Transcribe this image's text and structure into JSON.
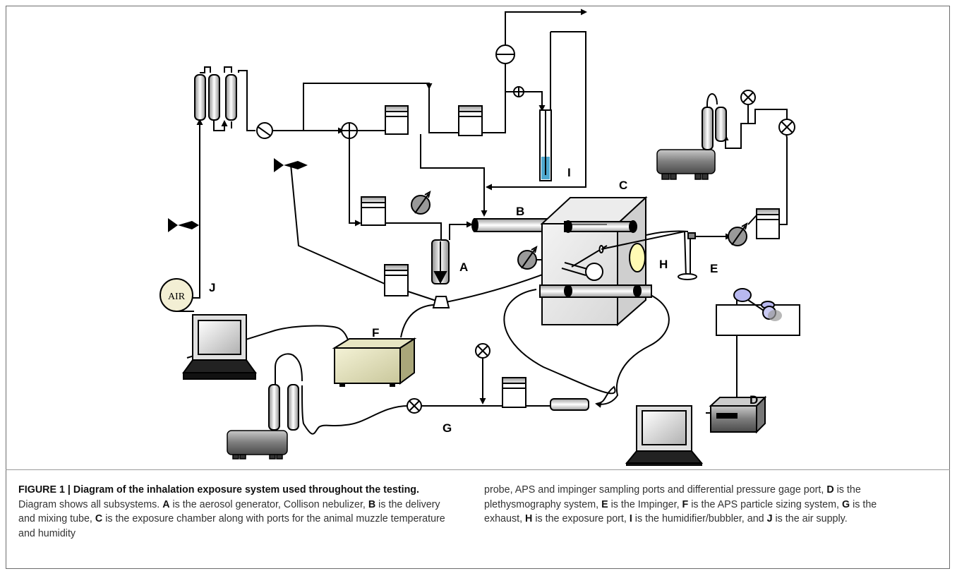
{
  "figure": {
    "labels": {
      "A": "A",
      "B": "B",
      "C": "C",
      "D": "D",
      "E": "E",
      "F": "F",
      "G": "G",
      "H": "H",
      "I": "I",
      "J": "J",
      "air": "AIR"
    }
  },
  "caption": {
    "left": [
      {
        "text": "FIGURE 1 | Diagram of the inhalation exposure system used throughout the testing.",
        "bold": true
      },
      {
        "text": " Diagram shows all subsystems. "
      },
      {
        "text": "A",
        "bold": true
      },
      {
        "text": " is the aerosol generator, Collison nebulizer, "
      },
      {
        "text": "B",
        "bold": true
      },
      {
        "text": " is the delivery and mixing tube, "
      },
      {
        "text": "C",
        "bold": true
      },
      {
        "text": " is the exposure chamber along with ports for the animal muzzle temperature and humidity"
      }
    ],
    "right": [
      {
        "text": "probe, APS and impinger sampling ports and differential pressure gage port, "
      },
      {
        "text": "D",
        "bold": true
      },
      {
        "text": " is the plethysmography system, "
      },
      {
        "text": "E",
        "bold": true
      },
      {
        "text": " is the Impinger, "
      },
      {
        "text": "F",
        "bold": true
      },
      {
        "text": " is the APS particle sizing system, "
      },
      {
        "text": "G",
        "bold": true
      },
      {
        "text": " is the exhaust, "
      },
      {
        "text": "H",
        "bold": true
      },
      {
        "text": " is the exposure port, "
      },
      {
        "text": "I",
        "bold": true
      },
      {
        "text": " is the humidifier/bubbler, and "
      },
      {
        "text": "J",
        "bold": true
      },
      {
        "text": " is the air supply."
      }
    ]
  }
}
